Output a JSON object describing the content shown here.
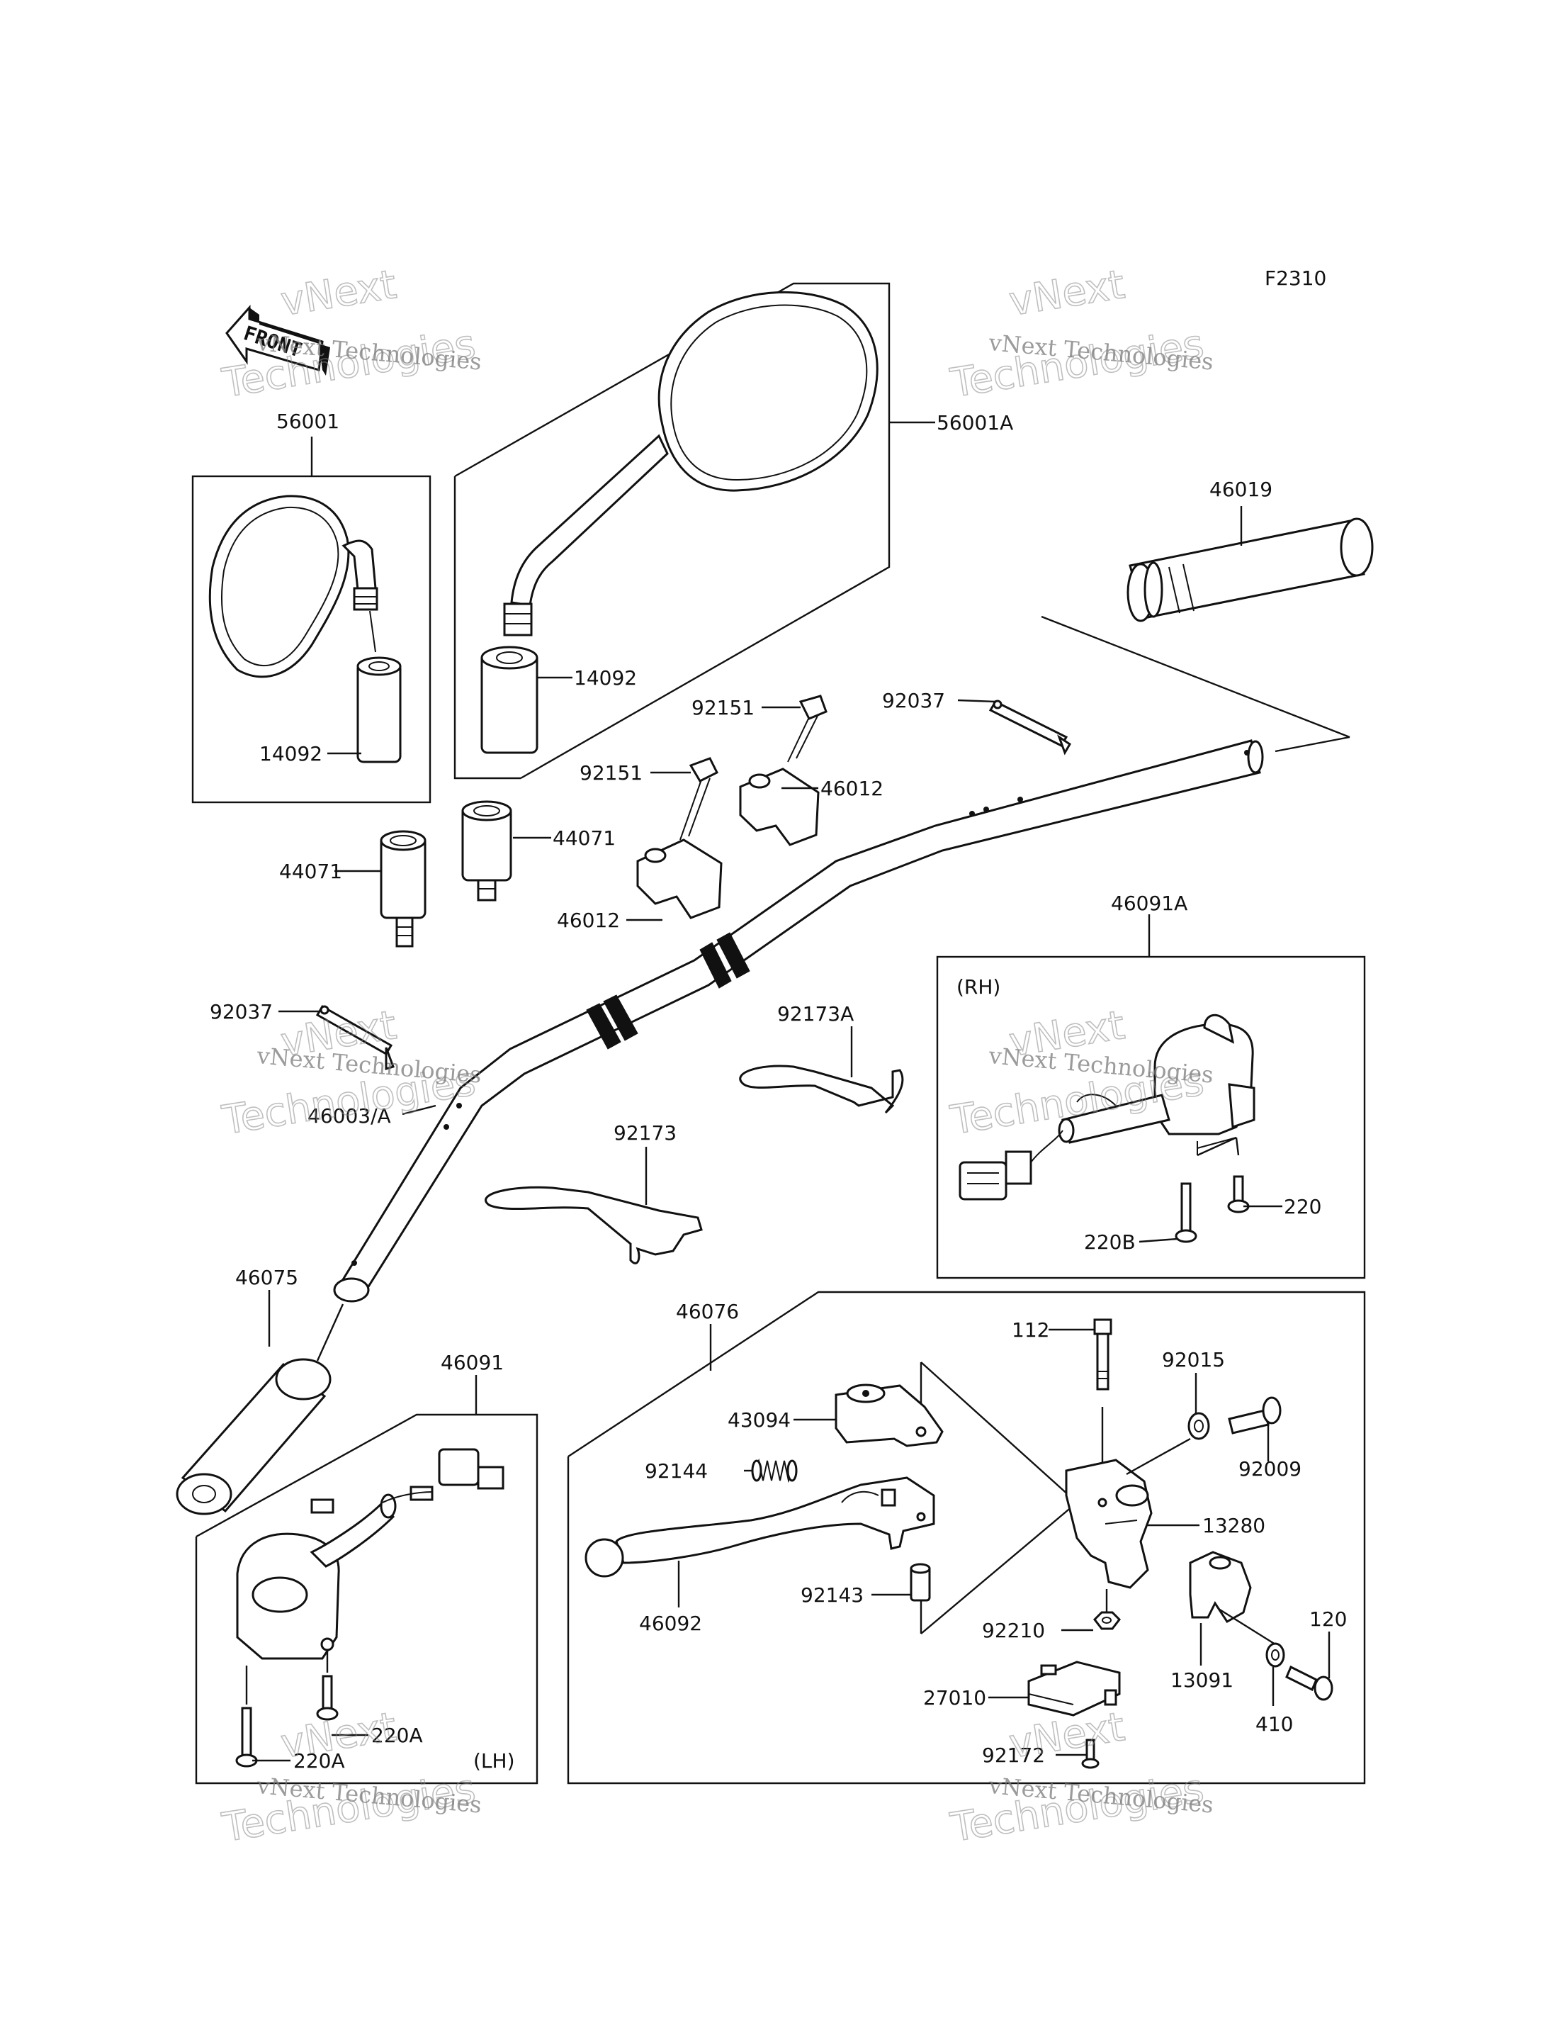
{
  "figure_code": "F2310",
  "watermark": {
    "line1": "vNext Technologies",
    "line2a": "vNext",
    "line2b": "Technologies"
  },
  "front_arrow": {
    "text": "FRONT"
  },
  "side_labels": {
    "rh": "(RH)",
    "lh": "(LH)"
  },
  "parts": {
    "p56001": "56001",
    "p56001A": "56001A",
    "p46019": "46019",
    "p14092_a": "14092",
    "p14092_b": "14092",
    "p92151_a": "92151",
    "p92151_b": "92151",
    "p92037_a": "92037",
    "p92037_b": "92037",
    "p46012_a": "46012",
    "p46012_b": "46012",
    "p44071_a": "44071",
    "p44071_b": "44071",
    "p46091A": "46091A",
    "p92173A": "92173A",
    "p46003A": "46003/A",
    "p92173": "92173",
    "p220": "220",
    "p220B": "220B",
    "p46075": "46075",
    "p46076": "46076",
    "p46091": "46091",
    "p112": "112",
    "p92015": "92015",
    "p43094": "43094",
    "p92009": "92009",
    "p92144": "92144",
    "p13280": "13280",
    "p46092": "46092",
    "p92143": "92143",
    "p92210": "92210",
    "p120": "120",
    "p13091": "13091",
    "p27010": "27010",
    "p410": "410",
    "p92172": "92172",
    "p220A_a": "220A",
    "p220A_b": "220A"
  }
}
